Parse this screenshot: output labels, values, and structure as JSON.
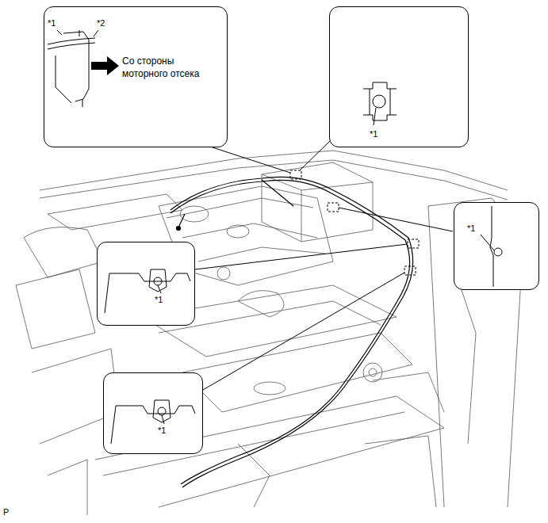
{
  "diagram": {
    "nodes": [
      {
        "text": [
          "*1",
          "*2",
          "Со стороны моторного отсека"
        ]
      },
      {
        "text": [
          "*1"
        ]
      },
      {
        "text": [
          "*1"
        ]
      },
      {
        "text": [
          "*1"
        ]
      },
      {
        "text": [
          "*1"
        ]
      }
    ],
    "labels": [
      "P"
    ]
  }
}
